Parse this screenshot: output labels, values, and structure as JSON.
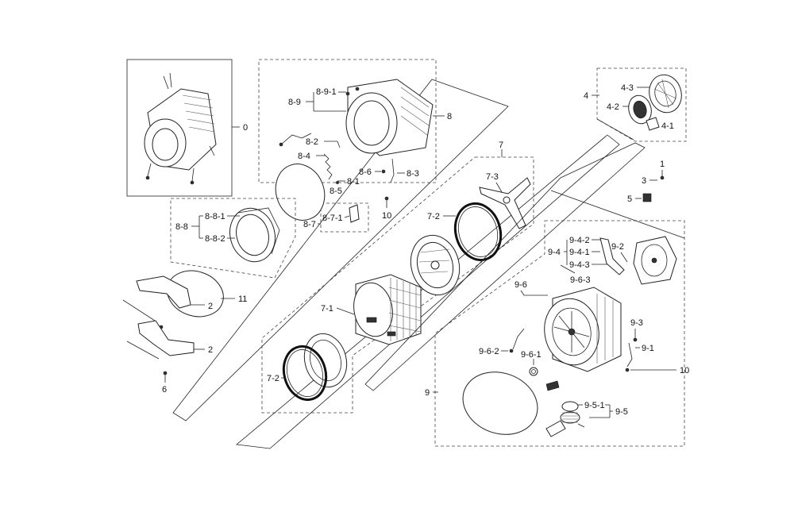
{
  "labels": {
    "l0": "0",
    "l8": "8",
    "l8_9": "8-9",
    "l8_9_1": "8-9-1",
    "l8_2": "8-2",
    "l8_3": "8-3",
    "l8_4": "8-4",
    "l8_5": "8-5",
    "l8_6": "8-6",
    "l8_1": "8-1",
    "l10a": "10",
    "l8_7": "8-7",
    "l8_7_1": "8-7-1",
    "l8_8": "8-8",
    "l8_8_1": "8-8-1",
    "l8_8_2": "8-8-2",
    "l11": "11",
    "l2a": "2",
    "l2b": "2",
    "l6": "6",
    "l7": "7",
    "l7_3": "7-3",
    "l7_2a": "7-2",
    "l7_1": "7-1",
    "l7_2b": "7-2",
    "l4": "4",
    "l4_3": "4-3",
    "l4_2": "4-2",
    "l4_1": "4-1",
    "l1": "1",
    "l3": "3",
    "l5": "5",
    "l9": "9",
    "l9_2": "9-2",
    "l9_4": "9-4",
    "l9_4_2": "9-4-2",
    "l9_4_1": "9-4-1",
    "l9_4_3": "9-4-3",
    "l9_6_3": "9-6-3",
    "l9_6": "9-6",
    "l9_6_2": "9-6-2",
    "l9_6_1": "9-6-1",
    "l9_3": "9-3",
    "l9_1": "9-1",
    "l10b": "10",
    "l9_5_1": "9-5-1",
    "l9_5": "9-5"
  }
}
